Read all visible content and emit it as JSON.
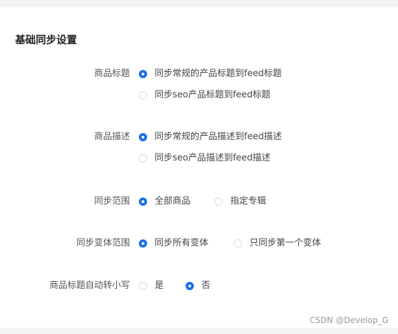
{
  "section": {
    "title": "基础同步设置"
  },
  "settings": [
    {
      "label": "商品标题",
      "options": [
        {
          "label": "同步常规的产品标题到feed标题",
          "checked": true
        },
        {
          "label": "同步seo产品标题到feed标题",
          "checked": false
        }
      ]
    },
    {
      "label": "商品描述",
      "options": [
        {
          "label": "同步常规的产品描述到feed描述",
          "checked": true
        },
        {
          "label": "同步seo产品描述到feed描述",
          "checked": false
        }
      ]
    },
    {
      "label": "同步范围",
      "options": [
        {
          "label": "全部商品",
          "checked": true
        },
        {
          "label": "指定专辑",
          "checked": false
        }
      ]
    },
    {
      "label": "同步变体范围",
      "options": [
        {
          "label": "同步所有变体",
          "checked": true
        },
        {
          "label": "只同步第一个变体",
          "checked": false
        }
      ]
    },
    {
      "label": "商品标题自动转小写",
      "options": [
        {
          "label": "是",
          "checked": false
        },
        {
          "label": "否",
          "checked": true
        }
      ]
    }
  ],
  "watermark": "CSDN @Develop_G",
  "colors": {
    "accent": "#1a6fe8",
    "radio_border": "#d9d9d9",
    "page_background": "#f2f3f5"
  }
}
